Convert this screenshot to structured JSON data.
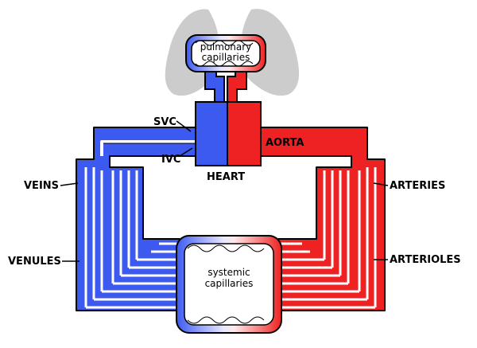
{
  "labels": {
    "pulmonary_line1": "pulmonary",
    "pulmonary_line2": "capillaries",
    "svc": "SVC",
    "ivc": "IVC",
    "aorta": "AORTA",
    "heart": "HEART",
    "veins": "VEINS",
    "venules": "VENULES",
    "arteries": "ARTERIES",
    "arterioles": "ARTERIOLES",
    "systemic_line1": "systemic",
    "systemic_line2": "capillaries"
  },
  "colors": {
    "venous": "#3d5af0",
    "arterial": "#ee2222",
    "lungs": "#cccccc",
    "outline": "#000000"
  }
}
